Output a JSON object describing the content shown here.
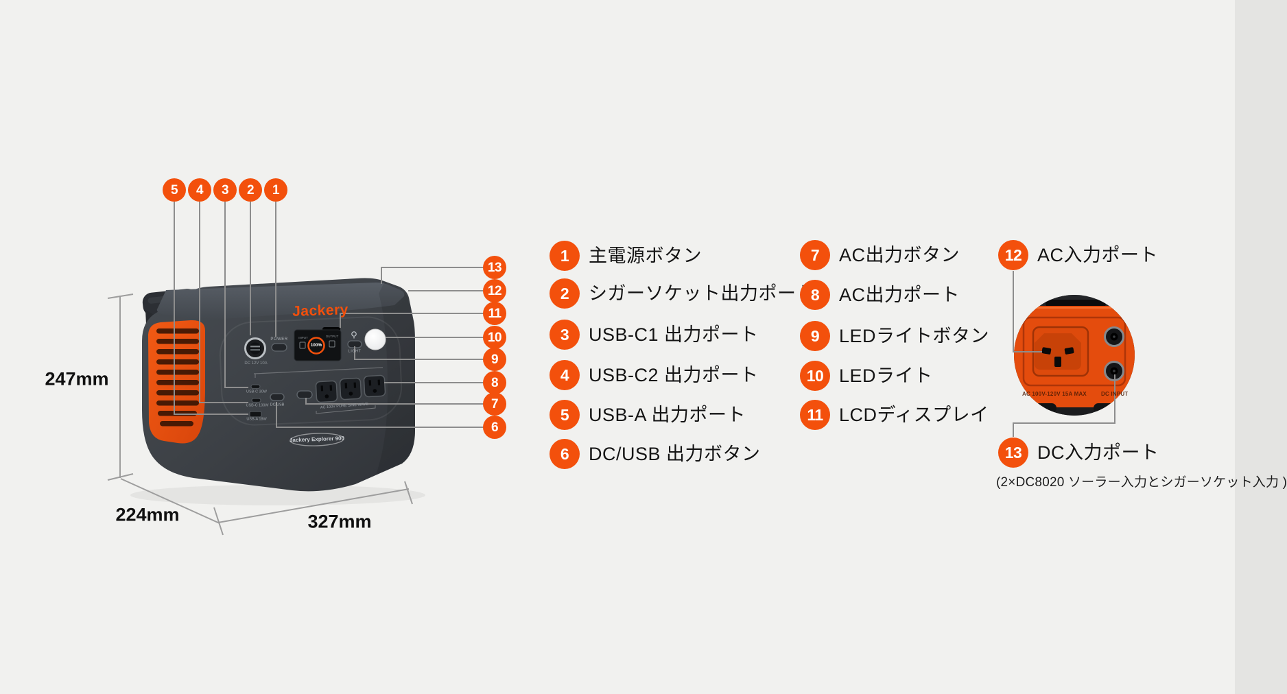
{
  "product": {
    "brand_logo": "Jackery",
    "model_badge": "Jackery Explorer 900",
    "panel_labels": {
      "power_button": "POWER",
      "light_button": "LIGHT",
      "cig_socket": "DC 12V 10A",
      "usb_c1_port": "USB-C 30W",
      "usb_c2_port": "USB-C 100W",
      "usb_a_port": "USB-A 18W",
      "dc_usb_button": "DC/USB",
      "ac_outlets_note": "AC 100V PURE SINE WAVE"
    },
    "display": {
      "input": "INPUT",
      "output": "OUTPUT",
      "level": "100%"
    }
  },
  "dimensions": {
    "height": "247mm",
    "depth": "224mm",
    "width": "327mm"
  },
  "callouts": [
    {
      "num": "1",
      "label": "主電源ボタン"
    },
    {
      "num": "2",
      "label": "シガーソケット出力ポート"
    },
    {
      "num": "3",
      "label": "USB-C1 出力ポート"
    },
    {
      "num": "4",
      "label": "USB-C2 出力ポート"
    },
    {
      "num": "5",
      "label": "USB-A 出力ポート"
    },
    {
      "num": "6",
      "label": "DC/USB 出力ボタン"
    },
    {
      "num": "7",
      "label": "AC出力ボタン"
    },
    {
      "num": "8",
      "label": "AC出力ポート"
    },
    {
      "num": "9",
      "label": "LEDライトボタン"
    },
    {
      "num": "10",
      "label": "LEDライト"
    },
    {
      "num": "11",
      "label": "LCDディスプレイ"
    },
    {
      "num": "12",
      "label": "AC入力ポート"
    },
    {
      "num": "13",
      "label": "DC入力ポート"
    }
  ],
  "dc_input_note": "(2×DC8020 ソーラー入力とシガーソケット入力 )",
  "detail_labels": {
    "ac_rating": "AC 100V-120V 15A MAX",
    "dc_input": "DC INPUT"
  },
  "colors": {
    "accent": "#F3500C",
    "background": "#F1F1EF",
    "body_dark": "#3E4247",
    "vent_orange": "#EA500E",
    "leader_gray": "#8D8D8D"
  }
}
